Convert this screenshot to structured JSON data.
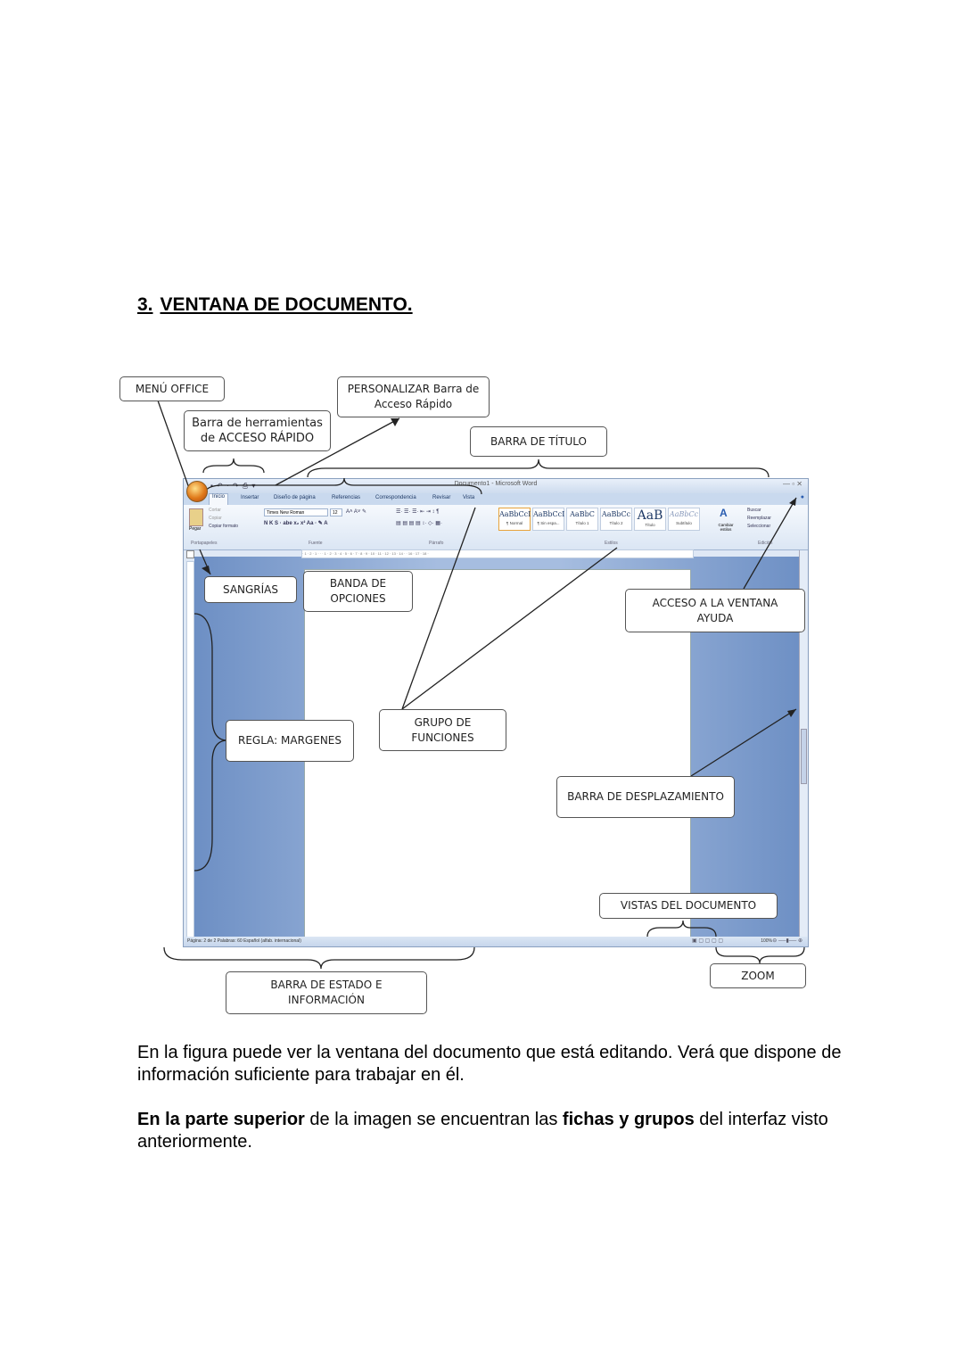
{
  "heading": {
    "number": "3.",
    "title": "VENTANA DE DOCUMENTO."
  },
  "figure": {
    "callouts": {
      "menu_office": "MENÚ OFFICE",
      "personalizar_1": "PERSONALIZAR Barra de",
      "personalizar_2": "Acceso Rápido",
      "barra_herr_1": "Barra de herramientas",
      "barra_herr_2": "de ACCESO RÁPIDO",
      "barra_titulo": "BARRA DE TÍTULO",
      "sangrias": "SANGRÍAS",
      "banda_1": "BANDA DE",
      "banda_2": "OPCIONES",
      "acceso_ayuda_1": "ACCESO A LA VENTANA",
      "acceso_ayuda_2": "AYUDA",
      "regla": "REGLA: MARGENES",
      "grupo_1": "GRUPO DE",
      "grupo_2": "FUNCIONES",
      "desplazamiento": "BARRA DE DESPLAZAMIENTO",
      "vistas": "VISTAS DEL DOCUMENTO",
      "estado_1": "BARRA DE ESTADO E",
      "estado_2": "INFORMACIÓN",
      "zoom": "ZOOM"
    },
    "word_window": {
      "title": "Documento1 - Microsoft Word",
      "tabs": [
        "Inicio",
        "Insertar",
        "Diseño de página",
        "Referencias",
        "Correspondencia",
        "Revisar",
        "Vista"
      ],
      "groups": [
        "Portapapeles",
        "Fuente",
        "Párrafo",
        "Estilos",
        "Edición"
      ],
      "font_name": "Times New Roman",
      "font_size": "12",
      "clipboard": [
        "Cortar",
        "Copiar",
        "Copiar formato"
      ],
      "paste": "Pegar",
      "styles": [
        {
          "sample": "AaBbCcI",
          "name": "¶ Normal"
        },
        {
          "sample": "AaBbCcI",
          "name": "¶ Sin espa..."
        },
        {
          "sample": "AaBbC",
          "name": "Título 1"
        },
        {
          "sample": "AaBbCc",
          "name": "Título 2"
        },
        {
          "sample": "AaB",
          "name": "Título"
        },
        {
          "sample": "AaBbCc",
          "name": "Subtítulo"
        }
      ],
      "change_styles": "Cambiar estilos",
      "editing": [
        "Buscar",
        "Reemplazar",
        "Seleccionar"
      ],
      "status_text": "Página: 2 de 2   Palabras: 60      Español (alfab. internacional)",
      "zoom_value": "100%"
    }
  },
  "paragraphs": {
    "p1": "En la figura puede ver la ventana del documento que está editando. Verá que dispone de información suficiente para trabajar en él.",
    "p2_b1": "En la parte superior",
    "p2_t1": " de la imagen se encuentran las ",
    "p2_b2": "fichas y grupos",
    "p2_t2": " del interfaz visto anteriormente."
  }
}
